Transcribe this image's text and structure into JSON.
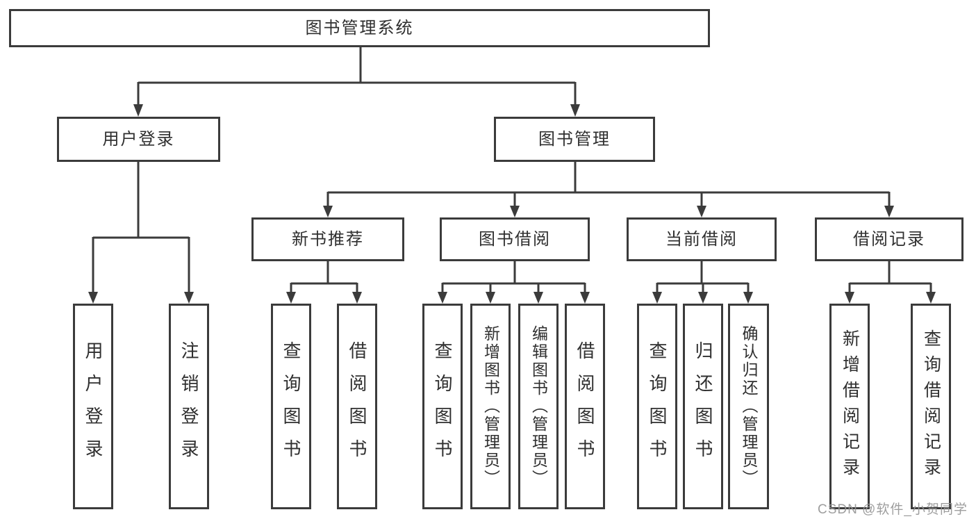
{
  "diagram": {
    "root": {
      "label": "图书管理系统"
    },
    "user_login": {
      "label": "用户登录",
      "children": {
        "login": "用户登录",
        "logout": "注销登录"
      }
    },
    "book_management": {
      "label": "图书管理",
      "new_book_recommend": {
        "label": "新书推荐",
        "children": {
          "query_book": "查询图书",
          "borrow_book": "借阅图书"
        }
      },
      "book_borrow": {
        "label": "图书借阅",
        "children": {
          "query_book": "查询图书",
          "add_book_admin": "新增图书（管理员）",
          "edit_book_admin": "编辑图书（管理员）",
          "borrow_book": "借阅图书"
        }
      },
      "current_borrow": {
        "label": "当前借阅",
        "children": {
          "query_book": "查询图书",
          "return_book": "归还图书",
          "confirm_return_admin": "确认归还（管理员）"
        }
      },
      "borrow_records": {
        "label": "借阅记录",
        "children": {
          "add_record": "新增借阅记录",
          "query_record": "查询借阅记录"
        }
      }
    }
  },
  "watermark": "CSDN @软件_小贺同学",
  "colors": {
    "line": "#3b3b3b",
    "text": "#2f2f2f",
    "watermark": "#969696",
    "background": "#ffffff"
  }
}
